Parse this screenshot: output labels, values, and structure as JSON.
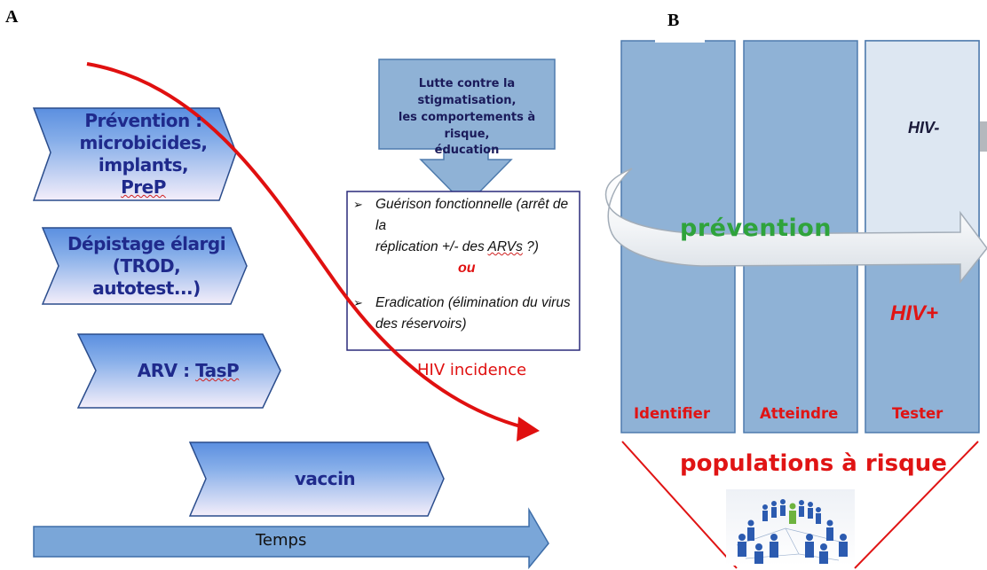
{
  "panel_a": {
    "letter": "A",
    "chevrons": [
      {
        "line1": "Prévention :",
        "line2": "microbicides, implants,",
        "line3": "PreP"
      },
      {
        "line1": "Dépistage élargi  (TROD,",
        "line2": "autotest...)"
      },
      {
        "prefix": "ARV : ",
        "underlined": "TasP"
      },
      {
        "label": "vaccin"
      }
    ],
    "callout": {
      "line1": "Lutte contre la stigmatisation,",
      "line2": "les comportements à risque,",
      "line3": "éducation"
    },
    "box": {
      "item1_line1": "Guérison fonctionnelle (arrêt de la",
      "item1_line2_pre": "réplication +/- des ",
      "item1_line2_ul": "ARVs",
      "item1_line2_post": " ?)",
      "ou": "ou",
      "item2_line1": "Eradication (élimination du virus",
      "item2_line2": "des réservoirs)"
    },
    "incidence_label": "HIV incidence",
    "time_label": "Temps"
  },
  "panel_b": {
    "letter": "B",
    "columns": [
      "Identifier",
      "Atteindre",
      "Tester"
    ],
    "hiv_negative": "HIV-",
    "hiv_positive": "HIV+",
    "prevention": "prévention",
    "populations": "populations à risque"
  },
  "colors": {
    "chevron_top": "#5b8fe0",
    "chevron_bottom": "#f4eefa",
    "column_fill": "#8fb2d6",
    "column_stroke": "#4e7bad",
    "red": "#e01010",
    "green": "#2fa33c",
    "label_blue": "#1f2a8c"
  }
}
